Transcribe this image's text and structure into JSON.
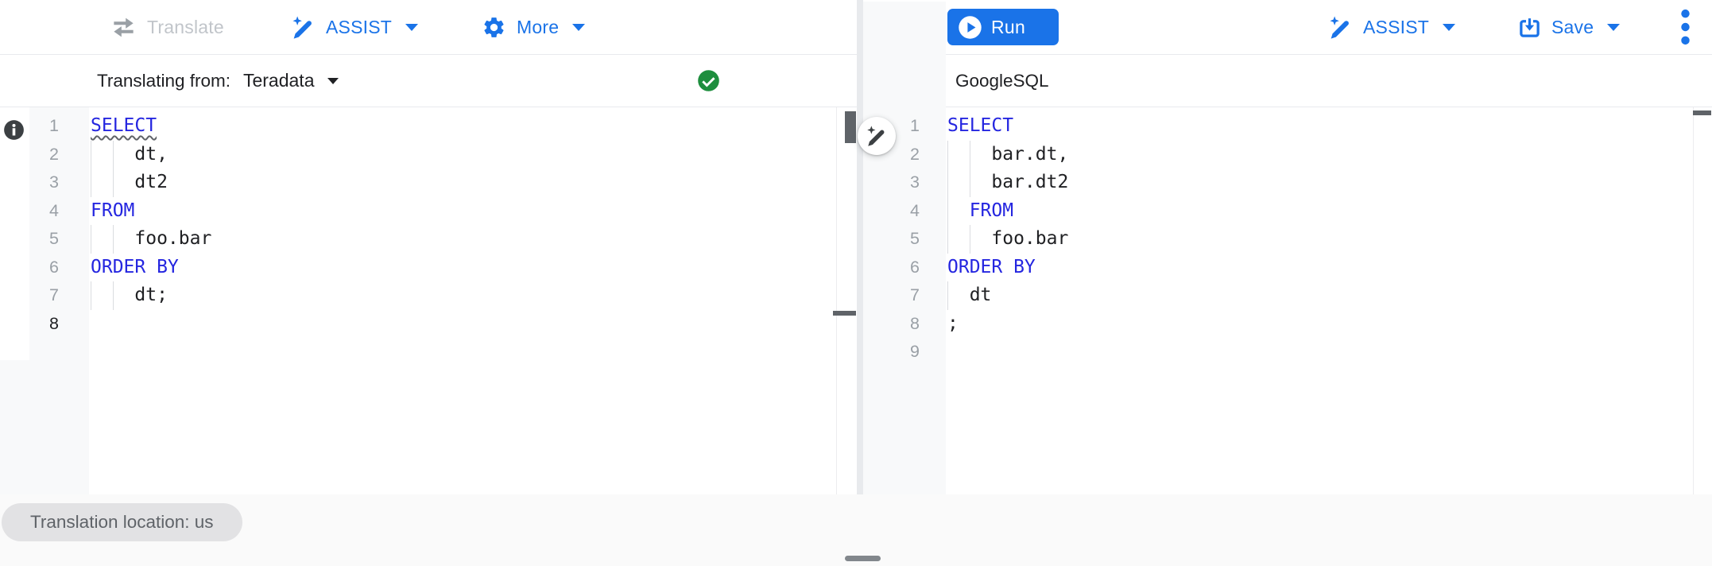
{
  "toolbar_left": {
    "translate": "Translate",
    "assist": "ASSIST",
    "more": "More"
  },
  "toolbar_right": {
    "run": "Run",
    "assist": "ASSIST",
    "save": "Save"
  },
  "source_panel": {
    "label": "Translating from:",
    "dialect": "Teradata",
    "status": "valid",
    "lines": [
      {
        "num": "1",
        "guides": 0,
        "segs": [
          {
            "text": "SELECT",
            "type": "keyword",
            "squiggle": true
          }
        ]
      },
      {
        "num": "2",
        "guides": 2,
        "segs": [
          {
            "text": "dt,",
            "type": "plain"
          }
        ]
      },
      {
        "num": "3",
        "guides": 2,
        "segs": [
          {
            "text": "dt2",
            "type": "plain"
          }
        ]
      },
      {
        "num": "4",
        "guides": 0,
        "segs": [
          {
            "text": "FROM",
            "type": "keyword"
          }
        ]
      },
      {
        "num": "5",
        "guides": 2,
        "segs": [
          {
            "text": "foo.bar",
            "type": "plain"
          }
        ]
      },
      {
        "num": "6",
        "guides": 0,
        "segs": [
          {
            "text": "ORDER BY",
            "type": "keyword"
          }
        ]
      },
      {
        "num": "7",
        "guides": 2,
        "segs": [
          {
            "text": "dt;",
            "type": "plain"
          }
        ]
      },
      {
        "num": "8",
        "guides": 0,
        "segs": [],
        "active": true
      }
    ]
  },
  "target_panel": {
    "label": "GoogleSQL",
    "lines": [
      {
        "num": "1",
        "guides": 0,
        "segs": [
          {
            "text": "SELECT",
            "type": "keyword"
          }
        ]
      },
      {
        "num": "2",
        "guides": 2,
        "segs": [
          {
            "text": "bar.dt,",
            "type": "plain"
          }
        ]
      },
      {
        "num": "3",
        "guides": 2,
        "segs": [
          {
            "text": "bar.dt2",
            "type": "plain"
          }
        ]
      },
      {
        "num": "4",
        "guides": 1,
        "segs": [
          {
            "text": "FROM",
            "type": "keyword"
          }
        ]
      },
      {
        "num": "5",
        "guides": 2,
        "segs": [
          {
            "text": "foo.bar",
            "type": "plain"
          }
        ]
      },
      {
        "num": "6",
        "guides": 0,
        "segs": [
          {
            "text": "ORDER BY",
            "type": "keyword"
          }
        ]
      },
      {
        "num": "7",
        "guides": 1,
        "segs": [
          {
            "text": "dt",
            "type": "plain"
          }
        ]
      },
      {
        "num": "8",
        "guides": 0,
        "segs": [
          {
            "text": ";",
            "type": "plain"
          }
        ]
      },
      {
        "num": "9",
        "guides": 0,
        "segs": []
      }
    ]
  },
  "footer": {
    "location_badge": "Translation location: us"
  },
  "icons": {
    "translate": "swap-horiz-icon",
    "assist": "magic-pen-icon",
    "more": "gear-icon",
    "run": "play-circle-icon",
    "save": "save-arrow-icon",
    "overflow": "kebab-menu-icon",
    "source_status": "check-circle-icon",
    "line1_marker": "info-icon",
    "floating_action": "magic-pen-icon"
  },
  "colors": {
    "accent": "#1a73e8",
    "keyword": "#2526e0",
    "status_green": "#1e8e3e",
    "disabled_text": "#c1c5ca",
    "gutter_bg": "#f8f9fa",
    "line_number": "#9aa0a6",
    "badge_bg": "#e2e2e4",
    "badge_text": "#5f6368"
  }
}
